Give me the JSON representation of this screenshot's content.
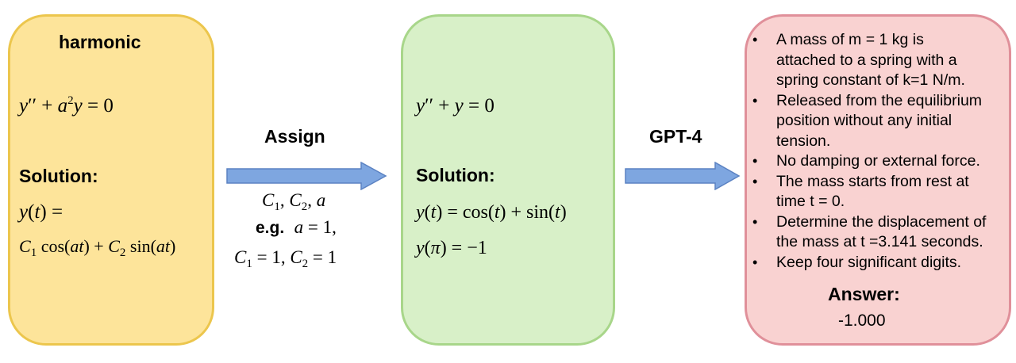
{
  "left_box": {
    "title": "harmonic",
    "equation": "y′′ + a²y = 0",
    "solution_label": "Solution:",
    "solution_lhs": "y(t) =",
    "solution_rhs": "C₁ cos(at) + C₂ sin(at)"
  },
  "arrow_assign": {
    "label": "Assign",
    "params": "C₁, C₂, a",
    "example_prefix": "e.g.",
    "example_a": "a = 1,",
    "example_c": "C₁ = 1, C₂ = 1"
  },
  "mid_box": {
    "equation": "y′′ + y = 0",
    "solution_label": "Solution:",
    "solution": "y(t) = cos(t) + sin(t)",
    "value": "y(π) = −1"
  },
  "arrow_gpt": {
    "label": "GPT-4"
  },
  "right_box": {
    "bullets": [
      [
        "A mass of m = 1 kg is",
        "attached to a spring with a",
        "spring constant of k=1 N/m."
      ],
      [
        "Released from the equilibrium",
        "position without any initial",
        "tension."
      ],
      [
        "No damping or external force."
      ],
      [
        "The mass starts from rest at",
        "time t = 0."
      ],
      [
        "Determine the displacement of",
        "the mass at t =3.141 seconds."
      ],
      [
        "Keep four significant digits."
      ]
    ],
    "answer_label": "Answer:",
    "answer_value": "-1.000"
  },
  "colors": {
    "left_fill": "#fde49a",
    "left_border": "#ecc64d",
    "mid_fill": "#d8f0c8",
    "mid_border": "#a8d68a",
    "right_fill": "#f9d2d1",
    "right_border": "#e0909a",
    "arrow_fill": "#7ea6e0",
    "arrow_border": "#5b82c2"
  }
}
